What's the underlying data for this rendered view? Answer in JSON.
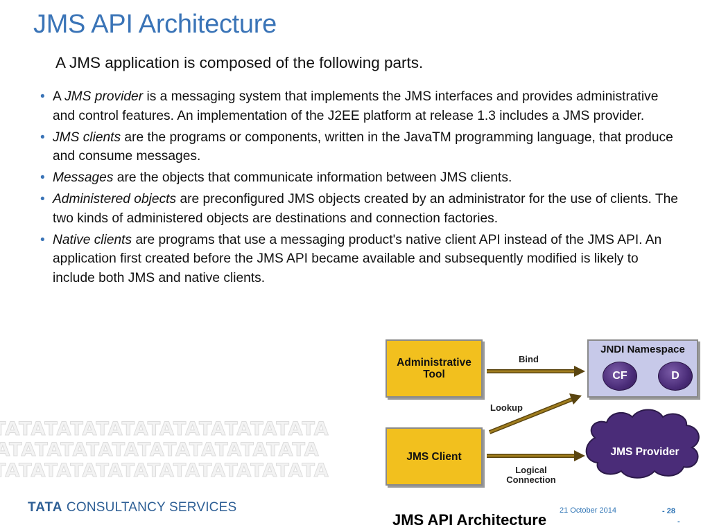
{
  "slide": {
    "title": "JMS API Architecture",
    "subtitle": "A JMS application is composed of the following parts."
  },
  "bullets": [
    {
      "lead": "A ",
      "term": "JMS provider",
      "rest": " is a messaging system that implements the JMS interfaces and provides administrative and control features. An implementation of the J2EE platform at release 1.3 includes a JMS provider."
    },
    {
      "lead": "",
      "term": "JMS clients",
      "rest": " are the programs or components, written in the JavaTM programming language, that produce and consume messages."
    },
    {
      "lead": "",
      "term": "Messages",
      "rest": " are the objects that communicate information between JMS clients."
    },
    {
      "lead": "",
      "term": "Administered objects",
      "rest": " are preconfigured JMS objects created by an administrator for the use of clients. The two kinds of administered objects are destinations and connection factories."
    },
    {
      "lead": "",
      "term": "Native clients",
      "rest": " are programs that use a messaging product's native client API instead of the JMS API. An application first created before the JMS API became available and subsequently modified is likely to include both JMS and native clients."
    }
  ],
  "bullet_char": "•",
  "diagram": {
    "admin_tool": "Administrative Tool",
    "jms_client": "JMS Client",
    "jndi_namespace": "JNDI Namespace",
    "cf": "CF",
    "d": "D",
    "jms_provider": "JMS Provider",
    "bind": "Bind",
    "lookup": "Lookup",
    "logical_connection": "Logical Connection",
    "caption": "JMS API Architecture"
  },
  "watermark_text": "TATATATATATATATATATATATATA",
  "footer": {
    "logo_tata": "TATA",
    "logo_rest": " CONSULTANCY SERVICES",
    "date": "21 October 2014",
    "page": "- 28",
    "page_suffix": "-"
  },
  "colors": {
    "title_blue": "#3a74b7",
    "box_gold": "#f2c01e",
    "jndi_lavender": "#c7c9e9",
    "provider_purple": "#4a2c78",
    "arrow_gold": "#8b6f1a"
  }
}
